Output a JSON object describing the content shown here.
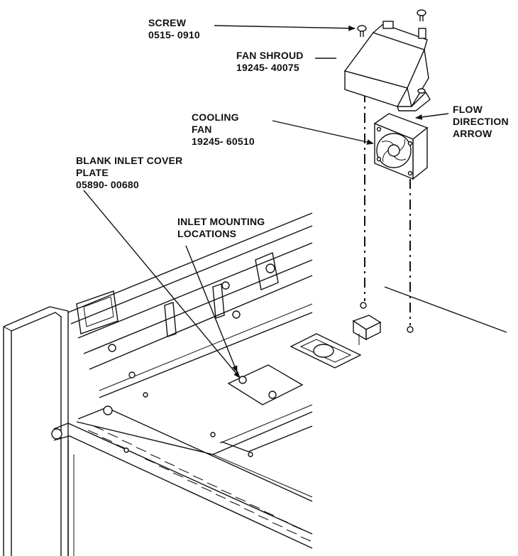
{
  "labels": {
    "screw": {
      "name": "SCREW",
      "part": "0515-  0910"
    },
    "fan_shroud": {
      "name": "FAN SHROUD",
      "part": "19245-  40075"
    },
    "cooling_fan": {
      "line1": "COOLING",
      "line2": "FAN",
      "part": "19245-  60510"
    },
    "flow_arrow": {
      "line1": "FLOW",
      "line2": "DIRECTION",
      "line3": "ARROW"
    },
    "blank_cover": {
      "line1": "BLANK INLET COVER",
      "line2": "PLATE",
      "part": "05890-  00680"
    },
    "inlet_mount": {
      "line1": "INLET MOUNTING",
      "line2": "LOCATIONS"
    }
  },
  "colors": {
    "ink": "#111111",
    "background": "#ffffff"
  }
}
